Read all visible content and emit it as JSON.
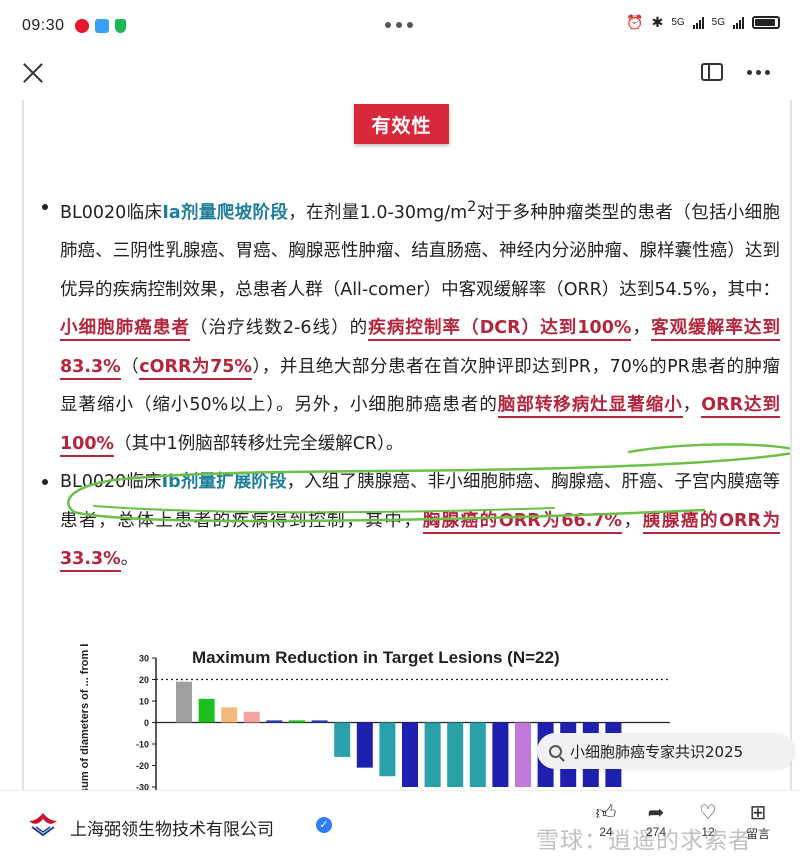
{
  "status_bar": {
    "time": "09:30",
    "network": "5G",
    "colors": {
      "weibo": "#e6162d",
      "app2": "#3aa0f5",
      "shield": "#19b955"
    }
  },
  "nav": {
    "close_icon": "close-icon",
    "reader_icon": "reader-mode-icon",
    "more_icon": "more-dots-icon"
  },
  "article": {
    "badge": "有效性",
    "bullet1": {
      "t1": "BL0020临床",
      "t2": "Ia剂量爬坡阶段",
      "t3": "，在剂量1.0-30mg/m",
      "t3_sup": "2",
      "t4": "对于多种肿瘤类型的患者（包括小细胞肺癌、三阴性乳腺癌、胃癌、胸腺恶性肿瘤、结直肠癌、神经内分泌肿瘤、腺样囊性癌）达到优异的疾病控制效果，总患者人群（All-comer）中客观缓解率（ORR）达到54.5%，其中：",
      "t5": "小细胞肺癌患者",
      "t6": "（治疗线数2-6线）的",
      "t7": "疾病控制率（DCR）达到100%",
      "t8": "，",
      "t9": "客观缓解率达到83.3%",
      "t10": "（",
      "t11": "cORR为75%",
      "t12": "），并且绝大部分患者在首次肿评即达到PR，70%的PR患者的肿瘤显著缩小（缩小50%以上）。另外，小细胞肺癌患者的",
      "t13": "脑部转移病灶显著缩小",
      "t14": "，",
      "t15": "ORR达到100%",
      "t16": "（其中1例脑部转移灶完全缓解CR）。"
    },
    "bullet2": {
      "t1": "BL0020临床",
      "t2": "Ib剂量扩展阶段",
      "t3": "，入组了胰腺癌、非小细胞肺癌、胸腺癌、肝癌、子宫内膜癌等患者，总体上患者的疾病得到控制，其中，",
      "t4": "胸腺癌的ORR为66.7%",
      "t5": "，",
      "t6": "胰腺癌的ORR为33.3%",
      "t7": "。"
    },
    "colors": {
      "teal": "#1f7f9b",
      "red": "#b3263d",
      "badge": "#d7283c",
      "handwriting": "#6cc04a"
    }
  },
  "chart_data": {
    "type": "bar",
    "title": "Maximum Reduction in Target Lesions (N=22)",
    "ylabel": "sum of diameters of ... from baseline",
    "ylim": [
      -30,
      30
    ],
    "yticks": [
      30,
      20,
      10,
      0,
      -10,
      -20,
      -30
    ],
    "reference_line": 20,
    "values": [
      19,
      11,
      7,
      5,
      1,
      1,
      1,
      -16,
      -21,
      -25,
      -30,
      -30,
      -30,
      -30,
      -30,
      -30,
      -30,
      -30,
      -30,
      -30
    ],
    "colors": [
      "#a0a0a0",
      "#1bbf1b",
      "#f5b97a",
      "#f4a3a3",
      "#2c3fb8",
      "#1bbf1b",
      "#2c3fb8",
      "#2aa0a8",
      "#1f1fb0",
      "#2aa0a8",
      "#1f1fb0",
      "#2aa0a8",
      "#2aa0a8",
      "#2aa0a8",
      "#1f1fb0",
      "#c07ad8",
      "#1f1fb0",
      "#1f1fb0",
      "#1f1fb0",
      "#1f1fb0"
    ]
  },
  "tag": {
    "label": "小细胞肺癌专家共识2025",
    "icon": "search-icon"
  },
  "bottom_bar": {
    "company": "上海弼领生物技术有限公司",
    "verified_icon": "verified-icon",
    "like_count": "24",
    "share_count": "274",
    "favorite_count": "12",
    "comment_label": "留言",
    "watermark": "雪球：逍遥的求索者"
  }
}
